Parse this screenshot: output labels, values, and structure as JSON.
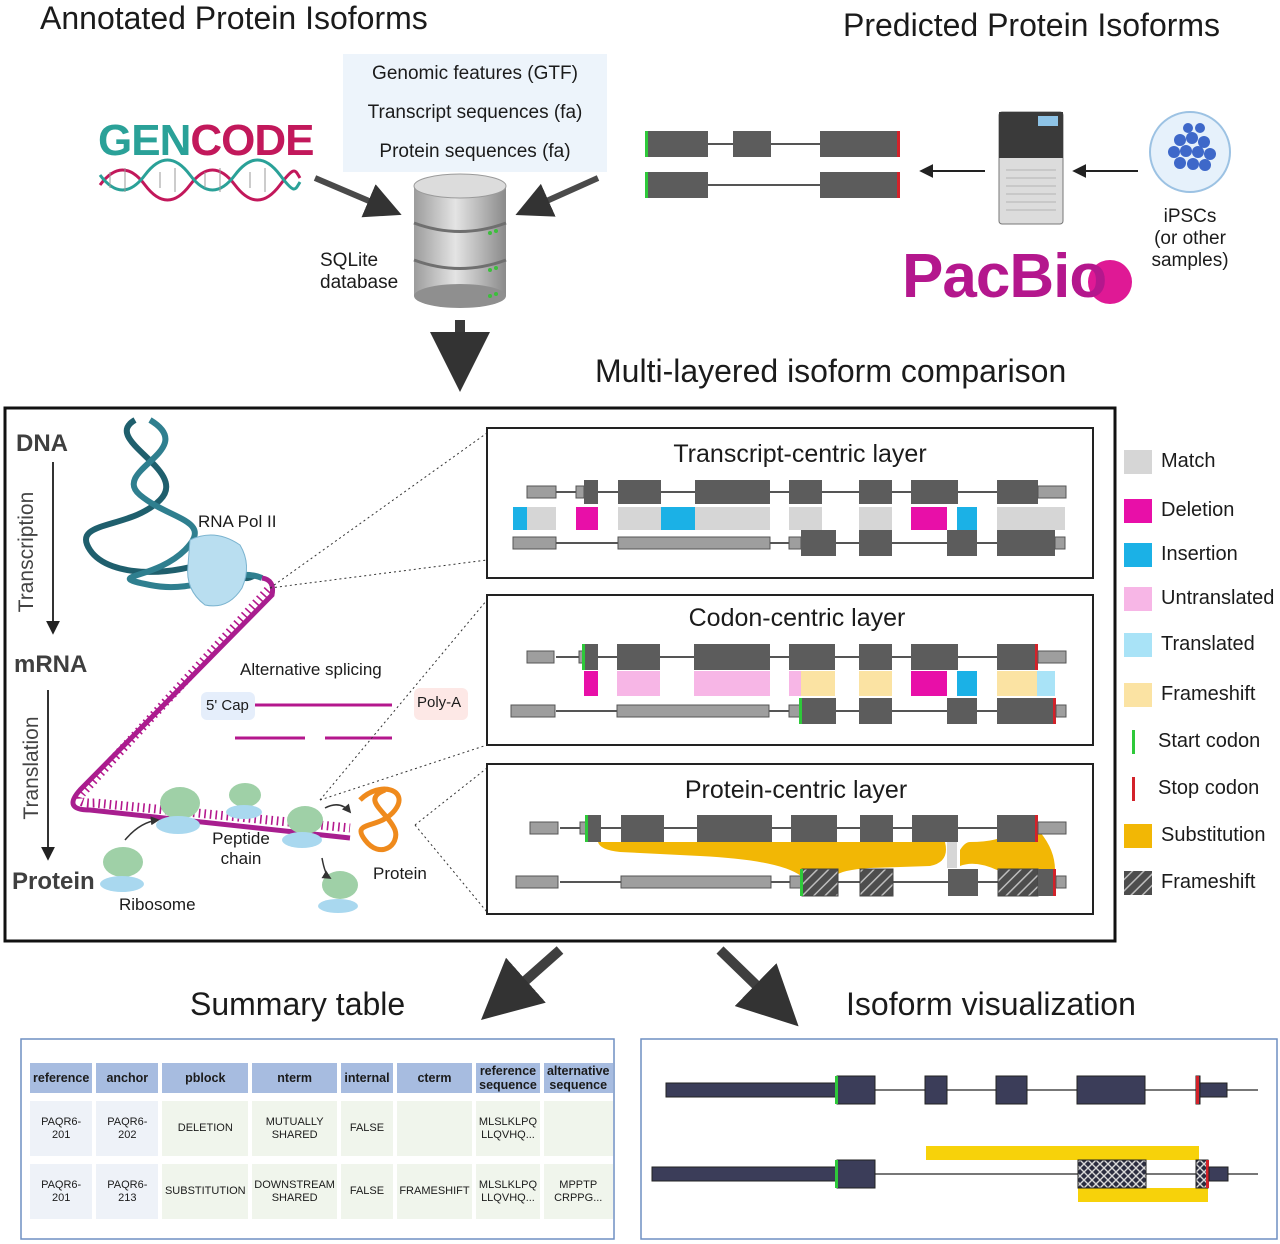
{
  "sections": {
    "annotated_title": "Annotated Protein Isoforms",
    "predicted_title": "Predicted Protein Isoforms",
    "comparison_title": "Multi-layered isoform comparison",
    "summary_title": "Summary table",
    "visualization_title": "Isoform visualization"
  },
  "sources": {
    "gencode_logo": "GENCODE",
    "pacbio_logo": "PacBio",
    "inputs": [
      "Genomic features (GTF)",
      "Transcript sequences (fa)",
      "Protein sequences (fa)"
    ],
    "database_label": [
      "SQLite",
      "database"
    ],
    "sample_label": [
      "iPSCs",
      "(or other",
      "samples)"
    ]
  },
  "dogma": {
    "dna": "DNA",
    "transcription": "Transcription",
    "mrna": "mRNA",
    "translation": "Translation",
    "protein_stage": "Protein",
    "rna_pol": "RNA Pol II",
    "alt_splicing": "Alternative splicing",
    "cap": "5' Cap",
    "polya": "Poly-A",
    "peptide": [
      "Peptide",
      "chain"
    ],
    "ribosome": "Ribosome",
    "protein": "Protein"
  },
  "layers": {
    "transcript": "Transcript-centric layer",
    "codon": "Codon-centric layer",
    "protein": "Protein-centric layer"
  },
  "legend": [
    {
      "label": "Match",
      "kind": "box",
      "color": "#d6d6d6"
    },
    {
      "label": "Deletion",
      "kind": "box",
      "color": "#e80fa8"
    },
    {
      "label": "Insertion",
      "kind": "box",
      "color": "#1bb1e6"
    },
    {
      "label": "Untranslated",
      "kind": "box",
      "color": "#f7b6e6"
    },
    {
      "label": "Translated",
      "kind": "box",
      "color": "#a9e3f7"
    },
    {
      "label": "Frameshift",
      "kind": "box",
      "color": "#fbe3a3"
    },
    {
      "label": "Start codon",
      "kind": "line",
      "color": "#2ec93a"
    },
    {
      "label": "Stop codon",
      "kind": "line",
      "color": "#d3222a"
    },
    {
      "label": "Substitution",
      "kind": "box",
      "color": "#f2b705"
    },
    {
      "label": "Frameshift",
      "kind": "hatch",
      "color": "#555555"
    }
  ],
  "summary_table": {
    "headers": [
      "reference",
      "anchor",
      "pblock",
      "nterm",
      "internal",
      "cterm",
      "reference sequence",
      "alternative sequence"
    ],
    "rows": [
      [
        "PAQR6-201",
        "PAQR6-202",
        "DELETION",
        "MUTUALLY SHARED",
        "FALSE",
        "",
        "MLSLKLPQ LLQVHQ...",
        ""
      ],
      [
        "PAQR6-201",
        "PAQR6-213",
        "SUBSTITUTION",
        "DOWNSTREAM SHARED",
        "FALSE",
        "FRAMESHIFT",
        "MLSLKLPQ LLQVHQ...",
        "MPPTP CRPPG..."
      ]
    ]
  },
  "colors": {
    "exon": "#5c5c5c",
    "utr": "#9e9e9e",
    "magenta": "#b4178d",
    "vis_exon": "#3b3d59",
    "substitution": "#f2b705",
    "frame_border": "#111111"
  }
}
